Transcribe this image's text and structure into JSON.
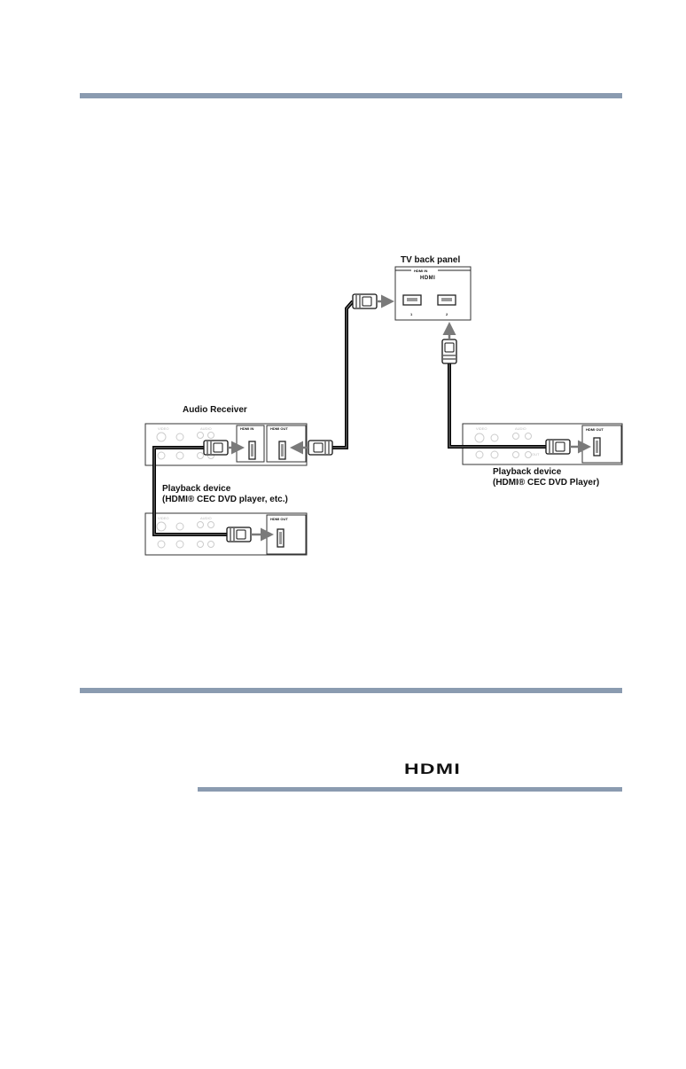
{
  "labels": {
    "tv_panel": "TV back panel",
    "audio_receiver": "Audio Receiver",
    "playback_left_l1": "Playback device",
    "playback_left_l2": "(HDMI® CEC DVD player, etc.)",
    "playback_right_l1": "Playback device",
    "playback_right_l2": "(HDMI® CEC DVD Player)"
  },
  "port_labels": {
    "tv_hdmi_in": "HDMI IN",
    "tv_port_1": "1",
    "tv_port_2": "2",
    "receiver_hdmi_in": "HDMI IN",
    "receiver_hdmi_out": "HDMI OUT",
    "player_left_hdmi_out": "HDMI OUT",
    "player_right_hdmi_out": "HDMI OUT"
  },
  "panel_text": {
    "video": "VIDEO",
    "audio": "AUDIO",
    "out": "OUT"
  },
  "logos": {
    "tv_panel_logo": "HDMI",
    "page_logo": "HDMI"
  },
  "colors": {
    "rule": "#8a9bb0",
    "cable": "#111111",
    "arrow": "#7a7a7a"
  }
}
